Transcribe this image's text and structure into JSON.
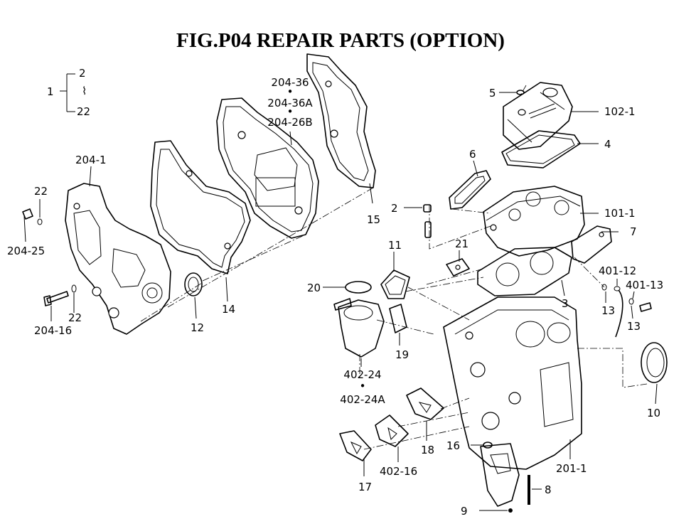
{
  "title": "FIG.P04  REPAIR PARTS (OPTION)",
  "bracket": {
    "main": "1",
    "top": "2",
    "mid": "⌇",
    "bottom": "22"
  },
  "labels": {
    "p204_36": "204-36",
    "p204_36A": "204-36A",
    "p204_26B": "204-26B",
    "dot": "•",
    "p5": "5",
    "p102_1": "102-1",
    "p4": "4",
    "p6": "6",
    "p204_1": "204-1",
    "p22a": "22",
    "p204_25": "204-25",
    "p2": "2",
    "p15": "15",
    "p101_1": "101-1",
    "p7": "7",
    "p11": "11",
    "p21": "21",
    "p401_12": "401-12",
    "p401_13": "401-13",
    "p20": "20",
    "p3": "3",
    "p13a": "13",
    "p13b": "13",
    "p22b": "22",
    "p204_16": "204-16",
    "p12": "12",
    "p14": "14",
    "p19": "19",
    "p402_24": "402-24",
    "p402_24A": "402-24A",
    "p10": "10",
    "p18": "18",
    "p16": "16",
    "p201_1": "201-1",
    "p402_16": "402-16",
    "p17": "17",
    "p8": "8",
    "p9": "9"
  }
}
